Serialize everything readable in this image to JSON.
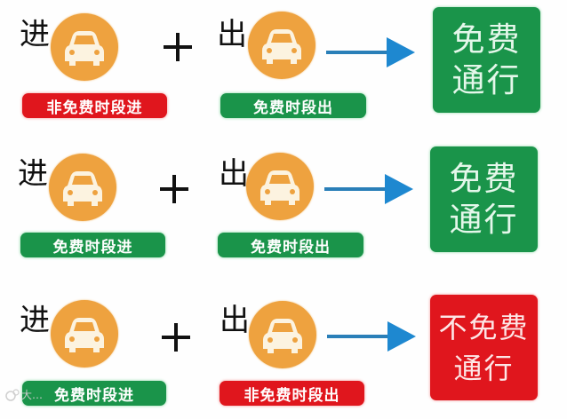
{
  "colors": {
    "car_circle": "#eea23f",
    "red": "#e0161d",
    "green": "#1a944a",
    "arrow": "#1e88d0",
    "text_dark": "#111111"
  },
  "rows": [
    {
      "entry_char": "进",
      "entry_label": "非免费时段进",
      "entry_label_color": "red",
      "operator": "+",
      "exit_char": "出",
      "exit_label": "免费时段出",
      "exit_label_color": "green",
      "arrow_icon": "right-arrow-icon",
      "result_line1": "免费",
      "result_line2": "通行",
      "result_color": "green"
    },
    {
      "entry_char": "进",
      "entry_label": "免费时段进",
      "entry_label_color": "green",
      "operator": "+",
      "exit_char": "出",
      "exit_label": "免费时段出",
      "exit_label_color": "green",
      "arrow_icon": "right-arrow-icon",
      "result_line1": "免费",
      "result_line2": "通行",
      "result_color": "green"
    },
    {
      "entry_char": "进",
      "entry_label": "免费时段进",
      "entry_label_color": "green",
      "operator": "+",
      "exit_char": "出",
      "exit_label": "非免费时段出",
      "exit_label_color": "red",
      "arrow_icon": "right-arrow-icon",
      "result_line1": "不免费",
      "result_line2": "通行",
      "result_color": "red"
    }
  ],
  "icons": {
    "car": "car-icon",
    "plus": "plus-icon",
    "arrow": "right-arrow-icon"
  },
  "watermark": {
    "text": "大…"
  }
}
